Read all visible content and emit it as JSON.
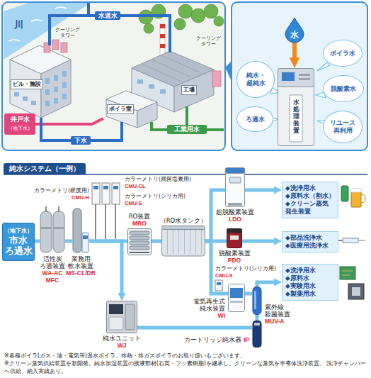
{
  "diagram": {
    "title": "純水システム（一例）",
    "nodes": [
      {
        "text": [
          "ビル・施設"
        ]
      },
      {
        "text": [
          "工場"
        ]
      },
      {
        "text": [
          "ボイラ室"
        ]
      },
      {
        "text": [
          "水"
        ]
      },
      {
        "text": [
          "水処理装置"
        ]
      },
      {
        "text": [
          "純水・ 超純水"
        ]
      },
      {
        "text": [
          "ボイラ水"
        ]
      },
      {
        "text": [
          "脱酸素水"
        ]
      },
      {
        "text": [
          "ろ過水"
        ]
      },
      {
        "text": [
          "リユース 再利用"
        ]
      },
      {
        "text": [
          "（地下水）",
          "市水 ろ過水"
        ]
      },
      {
        "text": [
          "活性炭 ろ過装置",
          "WA-AC MFC"
        ]
      },
      {
        "text": [
          "業務用 軟水装置",
          "MS-CL/DR"
        ]
      },
      {
        "text": [
          "RO装置",
          "MRO"
        ]
      },
      {
        "text": [
          "（RO水タンク）"
        ]
      },
      {
        "text": [
          "超脱酸素装置",
          "LDO"
        ]
      },
      {
        "text": [
          "脱酸素装置",
          "PDO"
        ]
      },
      {
        "text": [
          "電気再生式 純水装置",
          "WI"
        ]
      },
      {
        "text": [
          "紫外線 殺菌装置",
          "MUV-A"
        ]
      },
      {
        "text": [
          "純水ユニット",
          "WJ"
        ]
      },
      {
        "text": [
          "カートリッジ純水器",
          "IP"
        ]
      },
      {
        "text": [
          "◆洗浄用水",
          "◆原料水（割水）",
          "◆クリーン蒸気 発生装置"
        ]
      },
      {
        "text": [
          "◆部品洗浄水",
          "◆医療用洗浄水"
        ]
      },
      {
        "text": [
          "◆洗浄用水",
          "◆原料水",
          "◆実験用水",
          "◆製薬用水"
        ]
      }
    ],
    "edges": [
      {
        "from": 3,
        "to": 4,
        "arrow": "to"
      },
      {
        "from": 10,
        "to": 11,
        "arrow": "none"
      },
      {
        "from": 11,
        "to": 12,
        "arrow": "none"
      },
      {
        "from": 12,
        "to": 13,
        "arrow": "none"
      },
      {
        "from": 13,
        "to": 14,
        "arrow": "none"
      },
      {
        "from": 14,
        "to": 15,
        "arrow": "none"
      },
      {
        "from": 15,
        "to": 21,
        "arrow": "to"
      },
      {
        "from": 14,
        "to": 16,
        "arrow": "none"
      },
      {
        "from": 16,
        "to": 22,
        "arrow": "to"
      },
      {
        "from": 14,
        "to": 17,
        "arrow": "none"
      },
      {
        "from": 17,
        "to": 18,
        "arrow": "none"
      },
      {
        "from": 18,
        "to": 23,
        "arrow": "to"
      },
      {
        "from": 12,
        "to": 19,
        "arrow": "to"
      },
      {
        "from": 19,
        "to": 20,
        "arrow": "none"
      },
      {
        "from": 20,
        "to": 18,
        "arrow": "none"
      }
    ],
    "labels": [
      "川",
      "水道水",
      "クーリング タワー",
      "クーリング タワー",
      "井戸水",
      "（地下水）",
      "下水",
      "工業用水",
      "カラーメトリ(硬度用)",
      "CMU-H",
      "カラーメトリ(残留塩素用)",
      "CMU-CL",
      "カラーメトリ(シリカ用)",
      "CMU-S",
      "カラーメトリ(シリカ用)",
      "CMU-S",
      "※各種ボイラ(ガス・油・電気等)温水ボイラ、排熱・排ガスボイラのお取り扱いもございます。",
      "※クリーン蒸気供給装置を新開発。純水加湿装置の接液部材(石英・フッ素樹脂)を継承し、クリーンな蒸気を半導体洗浄装置、 洗浄チャンバーへ供給、納入実績あり。"
    ]
  }
}
